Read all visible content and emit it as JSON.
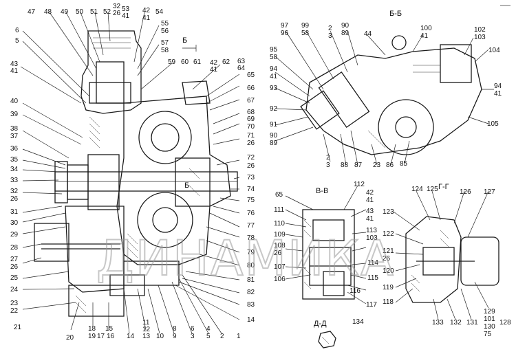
{
  "watermark": "ДИНАМИКА",
  "sections": {
    "bb": "Б-Б",
    "vv": "В-В",
    "gg": "Г-Г",
    "dd": "Д-Д",
    "b_mark_top": "Б",
    "b_mark_mid": "Б"
  },
  "labels": [
    "6",
    "5",
    "43",
    "41",
    "40",
    "39",
    "38",
    "37",
    "36",
    "35",
    "34",
    "33",
    "32",
    "26",
    "31",
    "30",
    "29",
    "28",
    "27",
    "26",
    "25",
    "24",
    "23",
    "22",
    "21",
    "47",
    "48",
    "49",
    "50",
    "51",
    "52",
    "32",
    "26",
    "53",
    "41",
    "42",
    "41",
    "54",
    "55",
    "56",
    "57",
    "58",
    "59",
    "60",
    "61",
    "42",
    "41",
    "62",
    "63",
    "64",
    "65",
    "66",
    "67",
    "68",
    "69",
    "70",
    "71",
    "26",
    "72",
    "26",
    "73",
    "74",
    "75",
    "76",
    "77",
    "78",
    "79",
    "80",
    "81",
    "82",
    "83",
    "14",
    "20",
    "18",
    "19",
    "17",
    "15",
    "16",
    "14",
    "11",
    "12",
    "13",
    "10",
    "8",
    "9",
    "6",
    "3",
    "4",
    "5",
    "2",
    "1",
    "97",
    "96",
    "99",
    "58",
    "2",
    "3",
    "90",
    "89",
    "44",
    "100",
    "41",
    "102",
    "103",
    "104",
    "95",
    "58",
    "94",
    "41",
    "93",
    "92",
    "91",
    "90",
    "89",
    "94",
    "41",
    "105",
    "2",
    "3",
    "88",
    "87",
    "23",
    "86",
    "85",
    "65",
    "112",
    "42",
    "41",
    "111",
    "43",
    "41",
    "110",
    "113",
    "103",
    "109",
    "108",
    "26",
    "107",
    "106",
    "114",
    "115",
    "116",
    "117",
    "124",
    "125",
    "126",
    "127",
    "123",
    "122",
    "121",
    "26",
    "120",
    "119",
    "118",
    "133",
    "132",
    "131",
    "129",
    "101",
    "130",
    "75",
    "128",
    "134"
  ]
}
